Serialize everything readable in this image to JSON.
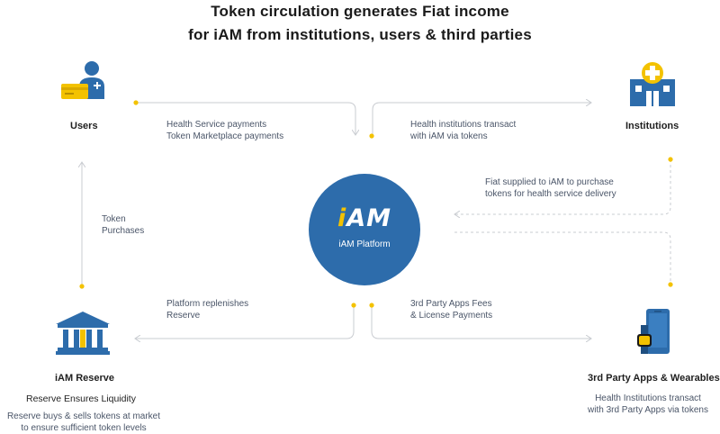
{
  "title": {
    "line1": "Token circulation generates Fiat income",
    "line2": "for iAM from institutions, users & third parties"
  },
  "hub": {
    "logo_i": "i",
    "logo_rest": "AM",
    "label": "iAM Platform"
  },
  "nodes": {
    "users": {
      "label": "Users",
      "icon": "user-card-icon"
    },
    "institutions": {
      "label": "Institutions",
      "icon": "hospital-icon"
    },
    "reserve": {
      "label": "iAM Reserve",
      "icon": "bank-icon",
      "subtitle": "Reserve Ensures Liquidity",
      "desc_line1": "Reserve buys & sells tokens at market",
      "desc_line2": "to ensure sufficient token levels"
    },
    "apps": {
      "label": "3rd Party Apps & Wearables",
      "icon": "phone-watch-icon",
      "desc_line1": "Health Institutions transact",
      "desc_line2": "with 3rd Party Apps via tokens"
    }
  },
  "flows": {
    "users_to_hub": {
      "line1": "Health Service payments",
      "line2": "Token Marketplace payments"
    },
    "hub_to_institutions": {
      "line1": "Health institutions transact",
      "line2": "with iAM via tokens"
    },
    "institutions_to_hub": {
      "line1": "Fiat supplied to iAM to purchase",
      "line2": "tokens for health service delivery"
    },
    "reserve_to_users": {
      "line1": "Token",
      "line2": "Purchases"
    },
    "hub_to_reserve": {
      "line1": "Platform replenishes",
      "line2": "Reserve"
    },
    "hub_to_apps": {
      "line1": "3rd Party Apps Fees",
      "line2": "& License Payments"
    }
  },
  "colors": {
    "hub": "#2d6cab",
    "accent": "#f3c200",
    "icon_blue": "#2d6cab",
    "line": "#c9ccd1"
  }
}
